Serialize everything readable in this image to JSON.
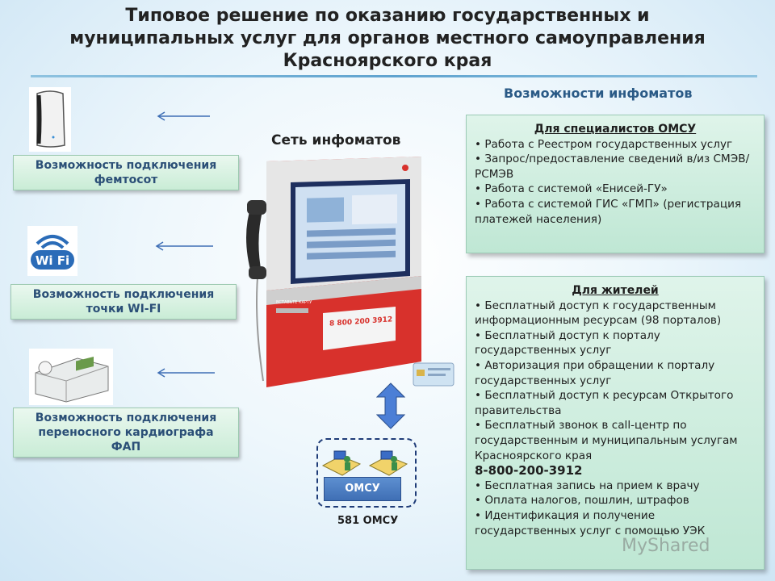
{
  "title": {
    "line1": "Типовое решение по оказанию государственных и",
    "line2": "муниципальных услуг для органов местного самоуправления",
    "line3": "Красноярского края"
  },
  "capabilities_heading": "Возможности инфоматов",
  "kiosk_heading": "Сеть инфоматов",
  "features": [
    {
      "label_line1": "Возможность подключения",
      "label_line2": "фемтосот"
    },
    {
      "label_line1": "Возможность подключения",
      "label_line2": "точки WI-FI"
    },
    {
      "label_line1": "Возможность подключения",
      "label_line2": "переносного кардиографа",
      "label_line3": "ФАП"
    }
  ],
  "wifi_logo_text": "Wi Fi",
  "kiosk": {
    "phone": "8 800 200 3912",
    "card_label": "ВСТАВЬТЕ КАРТУ"
  },
  "specialists_box": {
    "title": "Для специалистов ОМСУ",
    "items": [
      "Работа с Реестром государственных услуг",
      "Запрос/предоставление сведений в/из СМЭВ/РСМЭВ",
      "Работа с системой «Енисей-ГУ»",
      "Работа с системой ГИС «ГМП» (регистрация платежей населения)"
    ]
  },
  "residents_box": {
    "title": "Для жителей",
    "items_before_phone": [
      "Бесплатный доступ к государственным информационным ресурсам (98 порталов)",
      "Бесплатный доступ к порталу государственных услуг",
      "Авторизация при обращении к порталу государственных услуг",
      "Бесплатный доступ к ресурсам Открытого правительства",
      "Бесплатный звонок в call-центр по государственным и муниципальным услугам Красноярского края"
    ],
    "phone": "8-800-200-3912",
    "items_after_phone": [
      "Бесплатная запись на прием к врачу",
      "Оплата налогов, пошлин, штрафов",
      "Идентификация и получение государственных услуг с помощью УЭК"
    ]
  },
  "omsu": {
    "button_label": "ОМСУ",
    "count_label": "581 ОМСУ"
  },
  "watermark": "MyShared",
  "colors": {
    "label_text": "#2b4f77",
    "box_bg": "#c9ecd6",
    "kiosk_red": "#d8312c",
    "arrow_blue": "#3f6fd0"
  }
}
